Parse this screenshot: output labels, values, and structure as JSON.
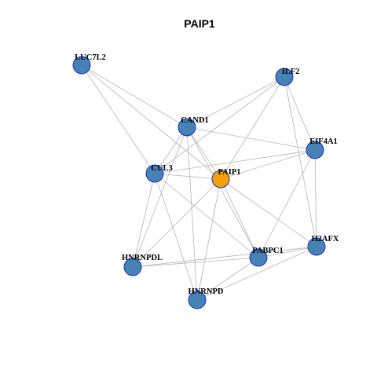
{
  "title": "PAIP1",
  "colors": {
    "node_default": "#4682b4",
    "node_focus": "#f5a000",
    "node_border": "#1f2fcf",
    "edge": "#b4b4b4"
  },
  "nodes": [
    {
      "id": "PAIP1",
      "label": "PAIP1",
      "focus": true
    },
    {
      "id": "LUC7L2",
      "label": "LUC7L2"
    },
    {
      "id": "ILF2",
      "label": "ILF2"
    },
    {
      "id": "CAND1",
      "label": "CAND1"
    },
    {
      "id": "EIF4A1",
      "label": "EIF4A1"
    },
    {
      "id": "CUL3",
      "label": "CUL3"
    },
    {
      "id": "H2AFX",
      "label": "H2AFX"
    },
    {
      "id": "PABPC1",
      "label": "PABPC1"
    },
    {
      "id": "HNRNPDL",
      "label": "HNRNPDL"
    },
    {
      "id": "HNRNPD",
      "label": "HNRNPD"
    }
  ],
  "edges": [
    [
      "LUC7L2",
      "CAND1"
    ],
    [
      "LUC7L2",
      "CUL3"
    ],
    [
      "LUC7L2",
      "PAIP1"
    ],
    [
      "ILF2",
      "CAND1"
    ],
    [
      "ILF2",
      "CUL3"
    ],
    [
      "ILF2",
      "PAIP1"
    ],
    [
      "ILF2",
      "EIF4A1"
    ],
    [
      "ILF2",
      "H2AFX"
    ],
    [
      "CAND1",
      "CUL3"
    ],
    [
      "CAND1",
      "PAIP1"
    ],
    [
      "CAND1",
      "EIF4A1"
    ],
    [
      "CAND1",
      "PABPC1"
    ],
    [
      "CAND1",
      "HNRNPDL"
    ],
    [
      "CAND1",
      "HNRNPD"
    ],
    [
      "EIF4A1",
      "CUL3"
    ],
    [
      "EIF4A1",
      "PAIP1"
    ],
    [
      "EIF4A1",
      "PABPC1"
    ],
    [
      "EIF4A1",
      "H2AFX"
    ],
    [
      "CUL3",
      "PAIP1"
    ],
    [
      "CUL3",
      "PABPC1"
    ],
    [
      "CUL3",
      "HNRNPDL"
    ],
    [
      "CUL3",
      "HNRNPD"
    ],
    [
      "PAIP1",
      "H2AFX"
    ],
    [
      "PAIP1",
      "PABPC1"
    ],
    [
      "PAIP1",
      "HNRNPDL"
    ],
    [
      "PAIP1",
      "HNRNPD"
    ],
    [
      "PABPC1",
      "H2AFX"
    ],
    [
      "PABPC1",
      "HNRNPDL"
    ],
    [
      "PABPC1",
      "HNRNPD"
    ],
    [
      "H2AFX",
      "HNRNPDL"
    ],
    [
      "H2AFX",
      "HNRNPD"
    ]
  ]
}
